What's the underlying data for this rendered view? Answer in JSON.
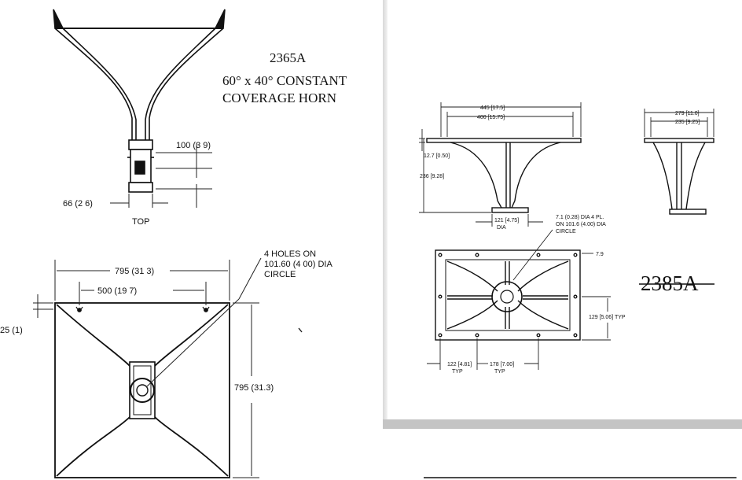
{
  "left_page": {
    "title_model": "2365A",
    "title_line1": "60° x 40° CONSTANT",
    "title_line2": "COVERAGE HORN",
    "top_view": {
      "dim_100": "100 (3 9)",
      "dim_66": "66 (2 6)",
      "label_top": "TOP"
    },
    "front_view": {
      "holes_line1": "4 HOLES ON",
      "holes_line2": "101.60 (4 00) DIA",
      "holes_line3": "CIRCLE",
      "dim_795_top": "795 (31 3)",
      "dim_500": "500 (19 7)",
      "dim_25": "25 (1)",
      "dim_795_side": "795 (31.3)"
    }
  },
  "right_page": {
    "side_view": {
      "dim_445": "445 [17.5]",
      "dim_400": "400 [15.75]",
      "dim_12_7": "12.7 [0.50]",
      "dim_236": "236 [9.28]",
      "dim_121": "121 [4.75]",
      "dim_121_dia": "DIA"
    },
    "end_view": {
      "dim_279": "279 [11.0]",
      "dim_235": "235 [9.25]"
    },
    "front_view": {
      "holes_line1": "7.1 (0.28) DIA 4 PL.",
      "holes_line2": "ON 101.6 (4.00) DIA",
      "holes_line3": "CIRCLE",
      "dim_7_9": "7.9",
      "dim_129": "129 [5.06] TYP",
      "dim_122": "122 [4.81]",
      "dim_122_typ": "TYP",
      "dim_178": "178 [7.00]",
      "dim_178_typ": "TYP"
    },
    "model_label": "2385A"
  }
}
